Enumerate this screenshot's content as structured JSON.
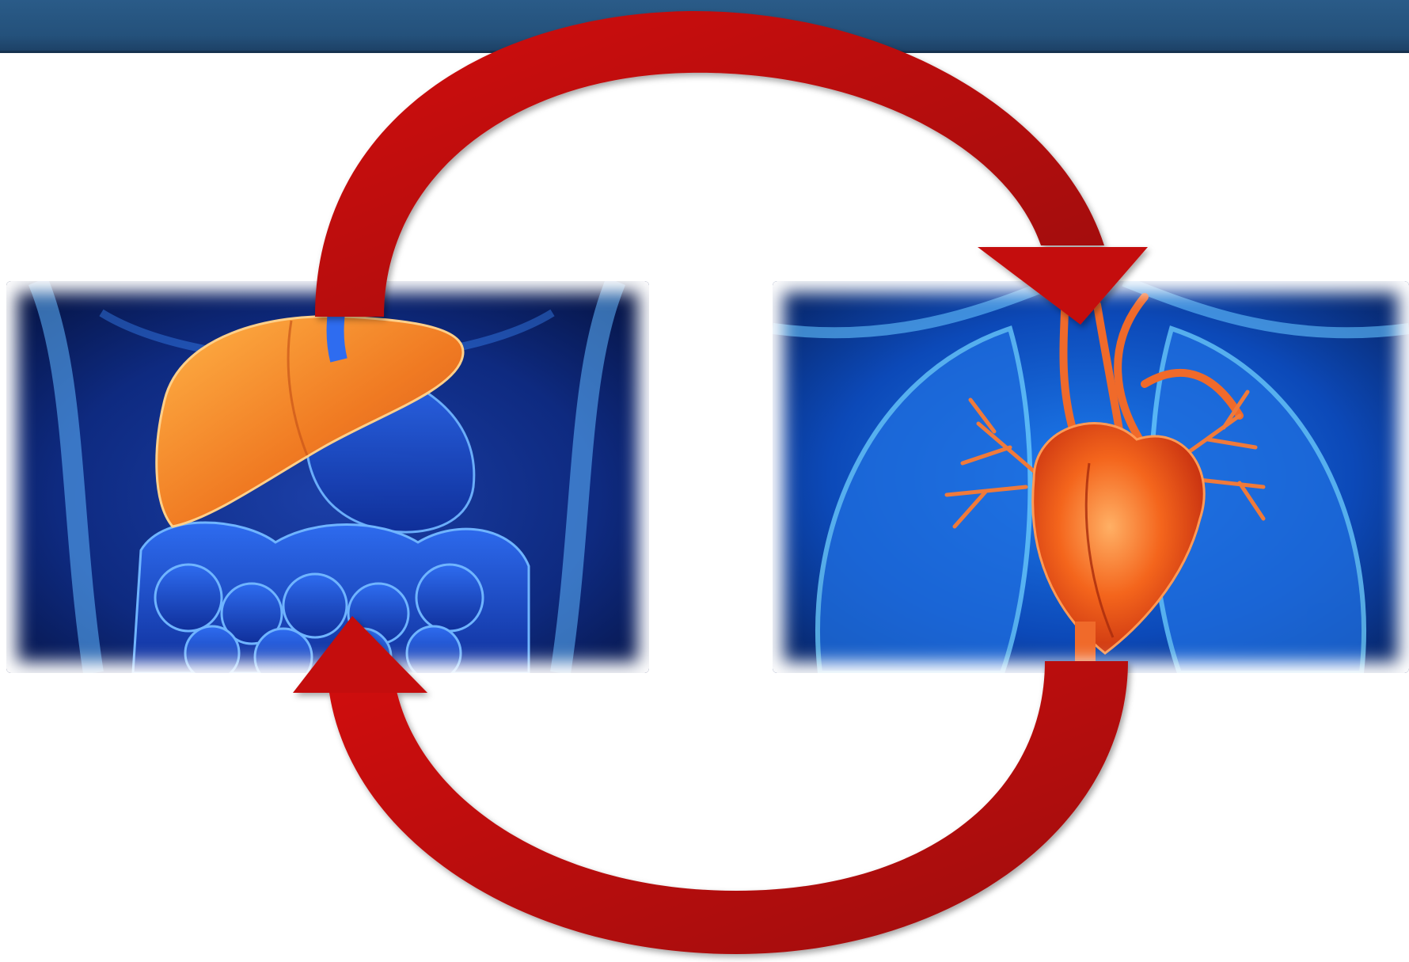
{
  "diagram": {
    "type": "cycle",
    "nodes": [
      {
        "id": "digestive-organs",
        "depicts": "liver-stomach-intestines-illustration"
      },
      {
        "id": "heart",
        "depicts": "heart-and-vessels-illustration"
      }
    ],
    "edges": [
      {
        "from": "digestive-organs",
        "to": "heart",
        "style": "curved-arrow"
      },
      {
        "from": "heart",
        "to": "digestive-organs",
        "style": "curved-arrow"
      }
    ]
  },
  "colors": {
    "header": "#24517b",
    "arrow": "#c40c0c",
    "arrow_dark": "#8e0a0a",
    "organ_orange": "#f07a22",
    "body_blue": "#1f6fe0"
  }
}
